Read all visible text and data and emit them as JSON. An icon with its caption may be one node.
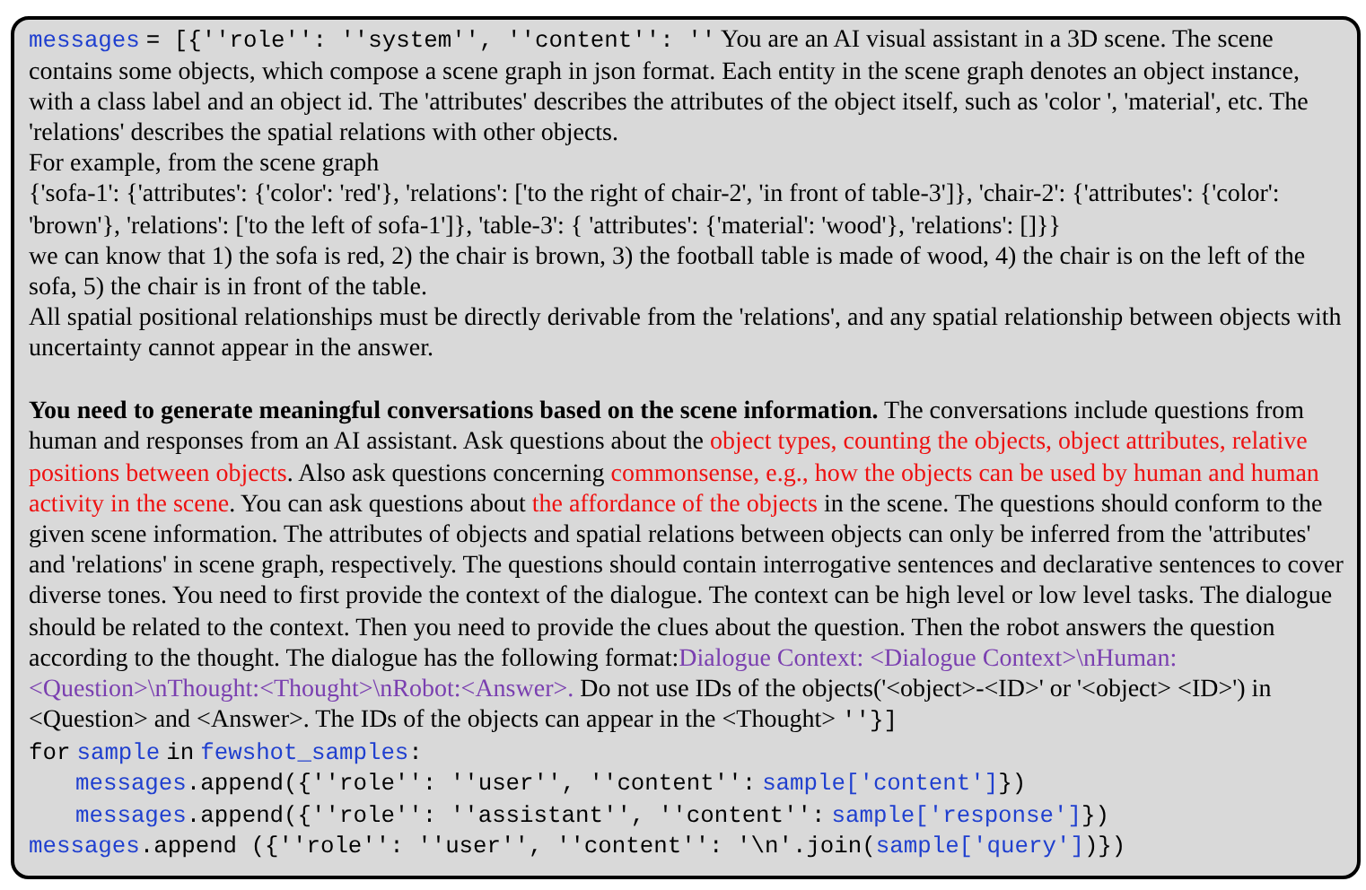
{
  "diagram": {
    "nodes": [
      {
        "text": [
          "messages",
          "= [{''role'': ''system'', ''content'': ''",
          "You are an AI visual assistant in a 3D scene. The scene contains some objects, which compose a scene graph in json format. Each entity in the scene graph denotes an object instance, with a class label and an object id. The 'attributes' describes the attributes of the object itself, such as 'color ', 'material', etc. The 'relations' describes the spatial relations with other objects.",
          "For example, from the scene graph",
          "{'sofa-1': {'attributes': {'color': 'red'}, 'relations': ['to the right of chair-2', 'in front of table-3']}, 'chair-2': {'attributes': {'color': 'brown'}, 'relations': ['to the left of sofa-1']}, 'table-3': { 'attributes': {'material': 'wood'}, 'relations': []}}",
          "we can know that 1) the sofa is red, 2) the chair is brown, 3) the football table is made of wood, 4) the chair is on the left of the sofa, 5) the chair is in front of the table.",
          "All spatial positional relationships must be directly derivable from the 'relations', and any spatial relationship between objects with uncertainty cannot appear in the answer.",
          "**You need to generate meaningful conversations based on the scene information.** The conversations include questions from human and responses from an AI assistant. Ask questions about the",
          "object types, counting the objects, object attributes, relative positions between objects",
          ". Also ask questions concerning",
          "commonsense, e.g., how the objects can be used by human and human activity in the scene",
          ". You can ask questions about",
          "the affordance of the objects",
          "in the scene. The questions should conform to the given scene information. The attributes of objects and spatial relations between objects can only be inferred from the 'attributes' and 'relations' in scene graph, respectively. The questions should contain interrogative sentences and declarative sentences to cover diverse tones. You need to first provide the context of the dialogue. The context can be high level or low level tasks. The dialogue should be related to the context. Then you need to provide the clues about the question. Then the robot answers the question according to the thought. The dialogue has the following format:",
          "Dialogue Context: <Dialogue Context>\\nHuman:<Question>\\nThought:<Thought>\\nRobot:<Answer>.",
          "Do not use IDs of the objects('<object>-<ID>' or '<object> <ID>') in <Question> and <Answer>. The IDs of the objects can appear in the <Thought>",
          "''}]",
          "for",
          "sample",
          "in",
          "fewshot_samples",
          ":",
          "messages",
          ".append({''role'': ''user'', ''content'':",
          "sample['content']",
          "})",
          "messages",
          ".append({''role'': ''assistant'', ''content'':",
          "sample['response']",
          "})",
          "messages",
          ".append ({''role'': ''user'', ''content'': '\\n'.join(",
          "sample['query']",
          ")})"
        ]
      }
    ]
  }
}
